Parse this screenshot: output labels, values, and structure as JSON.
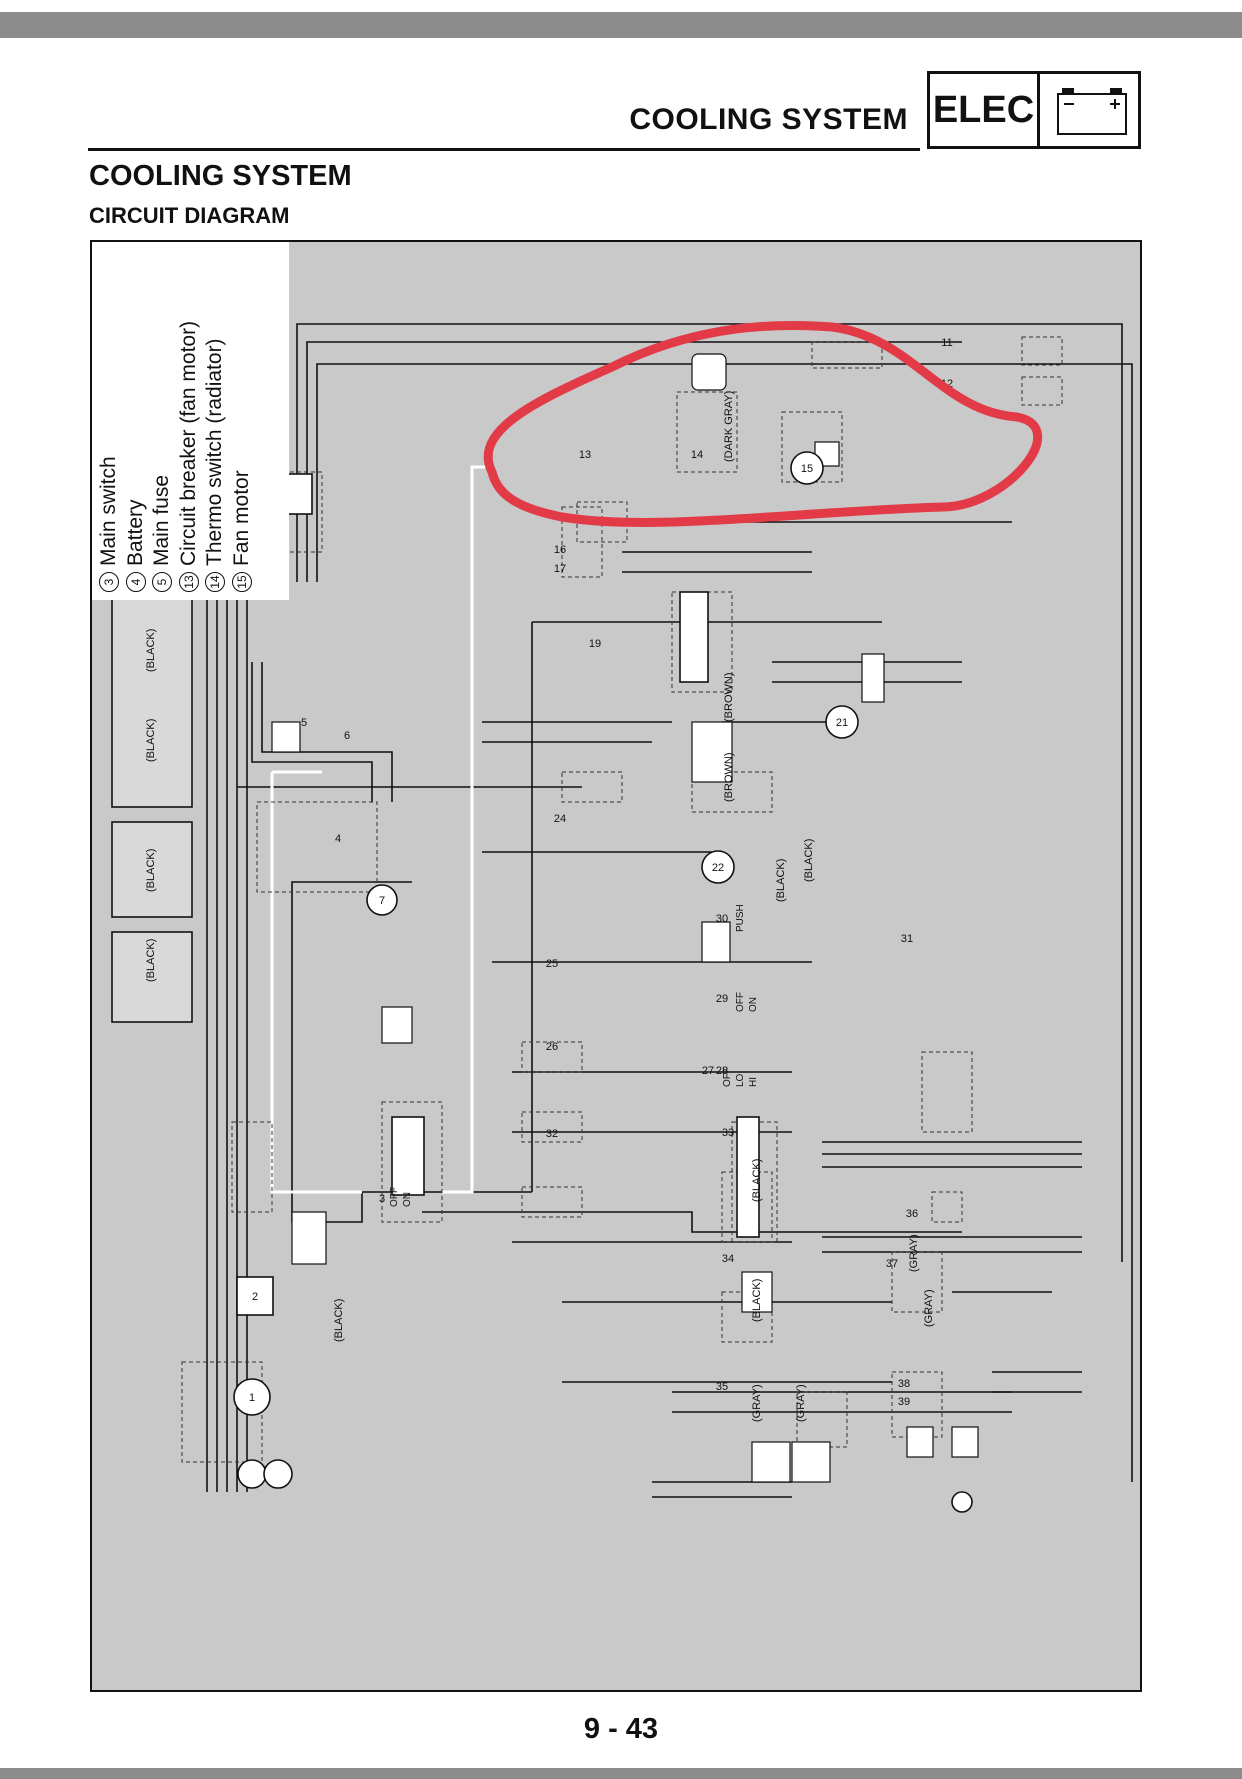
{
  "header": {
    "title": "COOLING SYSTEM",
    "section_tag": "ELEC",
    "icon": "battery-icon"
  },
  "section": {
    "title": "COOLING SYSTEM",
    "subtitle": "CIRCUIT DIAGRAM"
  },
  "legend": [
    {
      "number": "3",
      "label": "Main switch"
    },
    {
      "number": "4",
      "label": "Battery"
    },
    {
      "number": "5",
      "label": "Main fuse"
    },
    {
      "number": "13",
      "label": "Circuit breaker (fan motor)"
    },
    {
      "number": "14",
      "label": "Thermo switch (radiator)"
    },
    {
      "number": "15",
      "label": "Fan motor"
    }
  ],
  "diagram": {
    "dark_gray_label": "(DARK GRAY)",
    "black_label": "(BLACK)",
    "gray_label": "(GRAY)",
    "brown_label": "(BROWN)",
    "component_numbers": [
      "1",
      "2",
      "3",
      "4",
      "5",
      "6",
      "7",
      "11",
      "12",
      "13",
      "14",
      "15",
      "16",
      "17",
      "19",
      "21",
      "22",
      "24",
      "25",
      "26",
      "27",
      "28",
      "29",
      "30",
      "31",
      "32",
      "33",
      "34",
      "35",
      "36",
      "37",
      "38",
      "39"
    ],
    "switch_labels": [
      "OFF",
      "ON",
      "OFF",
      "ON",
      "PUSH",
      "OFF",
      "LO",
      "HI"
    ],
    "highlight_color": "#e23b47"
  },
  "footer": {
    "page_number": "9 - 43"
  }
}
